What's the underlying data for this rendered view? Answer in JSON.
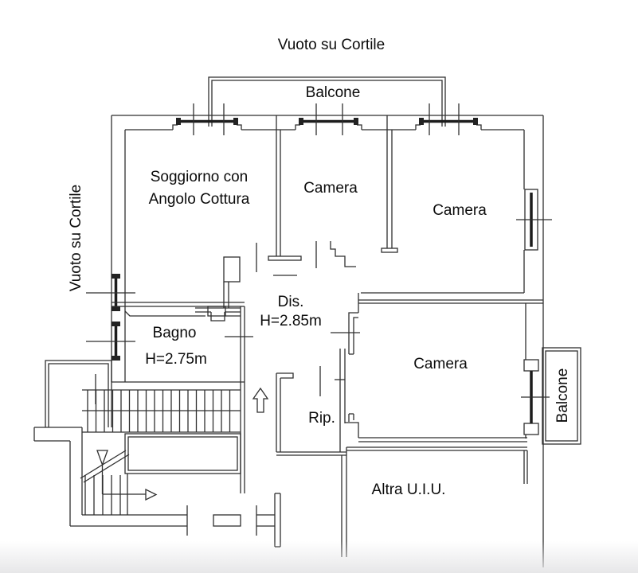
{
  "labels": {
    "courtyard_top": "Vuoto su Cortile",
    "courtyard_left": "Vuoto su Cortile",
    "balcony_top": "Balcone",
    "balcony_right": "Balcone",
    "living_room_line1": "Soggiorno con",
    "living_room_line2": "Angolo Cottura",
    "bedroom_top": "Camera",
    "bedroom_right": "Camera",
    "bedroom_bottom": "Camera",
    "hallway": "Dis.",
    "hallway_height": "H=2.85m",
    "bathroom": "Bagno",
    "bathroom_height": "H=2.75m",
    "storage": "Rip.",
    "other_unit": "Altra U.I.U."
  },
  "colors": {
    "wall_line": "#2f2f2f",
    "thick_fixture": "#1c1c1c",
    "text": "#0c0c0c",
    "background": "#ffffff",
    "bottom_fade": "#e6e6e8"
  }
}
